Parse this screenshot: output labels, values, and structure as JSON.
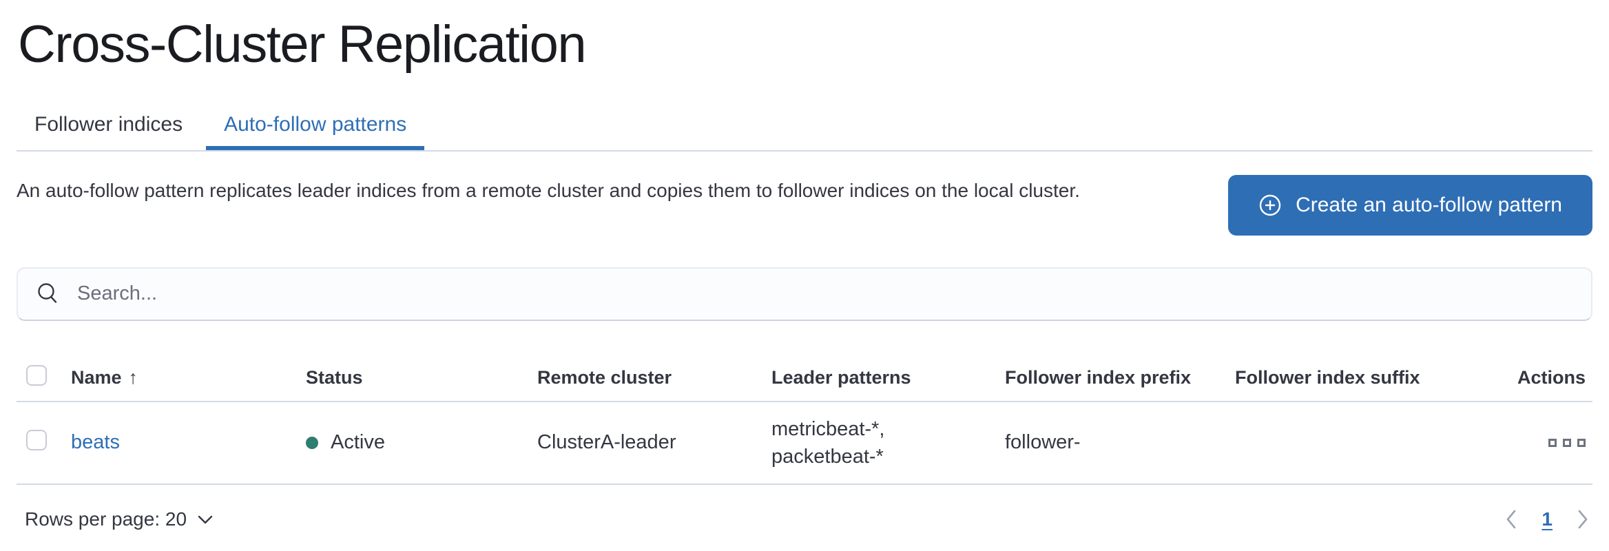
{
  "page": {
    "title": "Cross-Cluster Replication"
  },
  "tabs": {
    "follower": {
      "label": "Follower indices",
      "active": false
    },
    "autofollow": {
      "label": "Auto-follow patterns",
      "active": true
    }
  },
  "intro": {
    "description": "An auto-follow pattern replicates leader indices from a remote cluster and copies them to follower indices on the local cluster.",
    "create_button_label": "Create an auto-follow pattern",
    "create_button_icon": "plus-in-circle-icon"
  },
  "search": {
    "placeholder": "Search...",
    "value": "",
    "icon": "magnifier-icon"
  },
  "table": {
    "headers": {
      "name": "Name",
      "status": "Status",
      "remote_cluster": "Remote cluster",
      "leader_patterns": "Leader patterns",
      "follower_index_prefix": "Follower index prefix",
      "follower_index_suffix": "Follower index suffix",
      "actions": "Actions"
    },
    "sort": {
      "column": "Name",
      "direction": "ascending",
      "arrow_glyph": "↑"
    },
    "row": {
      "name": "beats",
      "status": "Active",
      "remote_cluster": "ClusterA-leader",
      "leader_patterns_line1": "metricbeat-*,",
      "leader_patterns_line2": "packetbeat-*",
      "follower_index_prefix": "follower-",
      "follower_index_suffix": "",
      "actions_icon": "boxes-horizontal-icon"
    }
  },
  "footer": {
    "rows_per_page": "Rows per page: 20",
    "pagination": {
      "current_page": "1"
    }
  },
  "colors": {
    "accent_blue": "#2e6eb5",
    "link_blue": "#2e6eb5",
    "text": "#343741",
    "subdued_gray": "#69707d",
    "border_gray": "#d3dae6",
    "status_active_dot": "#2e7d6e",
    "button_background": "#2e6eb5"
  }
}
